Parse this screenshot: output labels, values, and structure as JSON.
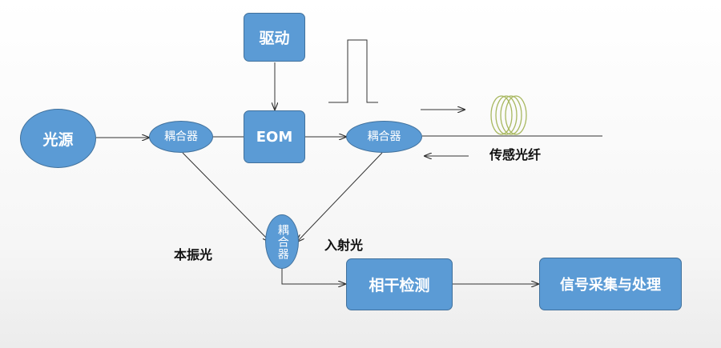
{
  "nodes": {
    "light_source": "光源",
    "driver": "驱动",
    "eom": "EOM",
    "coupler_left": "耦合器",
    "coupler_right": "耦合器",
    "coupler_bottom": "耦合器",
    "coherent_detection": "相干检测",
    "signal_processing": "信号采集与处理"
  },
  "labels": {
    "sensing_fiber": "传感光纤",
    "local_oscillator": "本振光",
    "incident_light": "入射光"
  },
  "colors": {
    "node_fill": "#5b9bd5",
    "node_border": "#41719c",
    "line": "#333333"
  }
}
